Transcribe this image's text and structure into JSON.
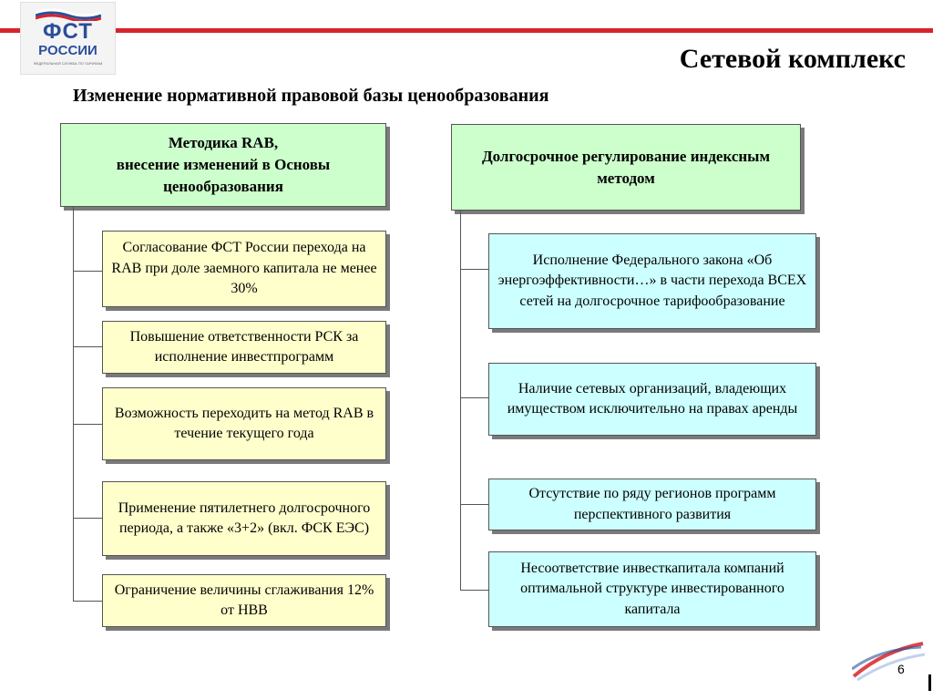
{
  "logo": {
    "name": "ФСТ",
    "country": "РОССИИ",
    "tagline": "ФЕДЕРАЛЬНАЯ СЛУЖБА ПО ТАРИФАМ"
  },
  "page": {
    "title": "Сетевой комплекс",
    "subtitle": "Изменение нормативной правовой базы ценообразования",
    "page_number": "6"
  },
  "left": {
    "header": "Методика RAB,\nвнесение изменений в Основы ценообразования",
    "items": [
      "Согласование ФСТ России перехода на RAB при доле заемного капитала не менее 30%",
      "Повышение ответственности РСК за исполнение инвестпрограмм",
      "Возможность переходить на метод RAB в течение текущего года",
      "Применение пятилетнего долгосрочного периода, а также «3+2» (вкл. ФСК ЕЭС)",
      "Ограничение величины сглаживания 12% от НВВ"
    ]
  },
  "right": {
    "header": "Долгосрочное регулирование индексным методом",
    "items": [
      "Исполнение Федерального закона «Об энергоэффективности…» в части перехода ВСЕХ сетей на долгосрочное тарифообразование",
      "Наличие сетевых организаций, владеющих имуществом исключительно на правах аренды",
      "Отсутствие по ряду регионов программ перспективного развития",
      "Несоответствие инвесткапитала компаний оптимальной структуре инвестированного капитала"
    ]
  },
  "colors": {
    "header_fill": "#ccffcc",
    "left_fill": "#ffffcc",
    "right_fill": "#ccffff",
    "accent_red": "#d6242a",
    "logo_blue": "#2a4f9a"
  }
}
